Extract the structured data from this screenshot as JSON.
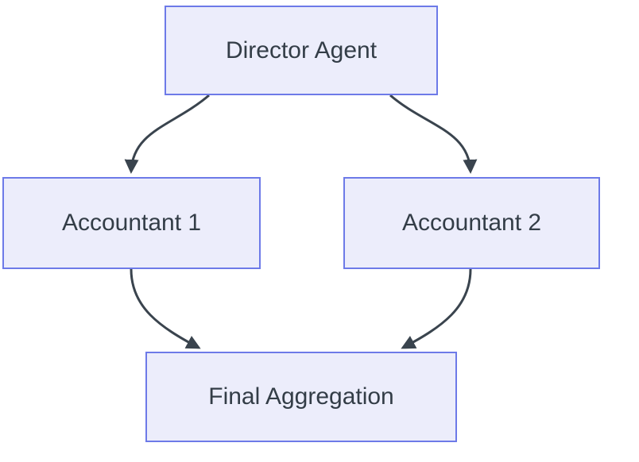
{
  "diagram": {
    "type": "flowchart",
    "direction": "top-down",
    "colors": {
      "background": "#ffffff",
      "node_fill": "#ECEDFB",
      "node_border": "#6D7AE8",
      "edge": "#3A444E",
      "text": "#333D47"
    },
    "nodes": [
      {
        "id": "director",
        "label": "Director Agent"
      },
      {
        "id": "accountant1",
        "label": "Accountant 1"
      },
      {
        "id": "accountant2",
        "label": "Accountant 2"
      },
      {
        "id": "final",
        "label": "Final Aggregation"
      }
    ],
    "edges": [
      {
        "from": "director",
        "to": "accountant1",
        "arrow": "filled-triangle"
      },
      {
        "from": "director",
        "to": "accountant2",
        "arrow": "filled-triangle"
      },
      {
        "from": "accountant1",
        "to": "final",
        "arrow": "filled-triangle"
      },
      {
        "from": "accountant2",
        "to": "final",
        "arrow": "filled-triangle"
      }
    ]
  }
}
